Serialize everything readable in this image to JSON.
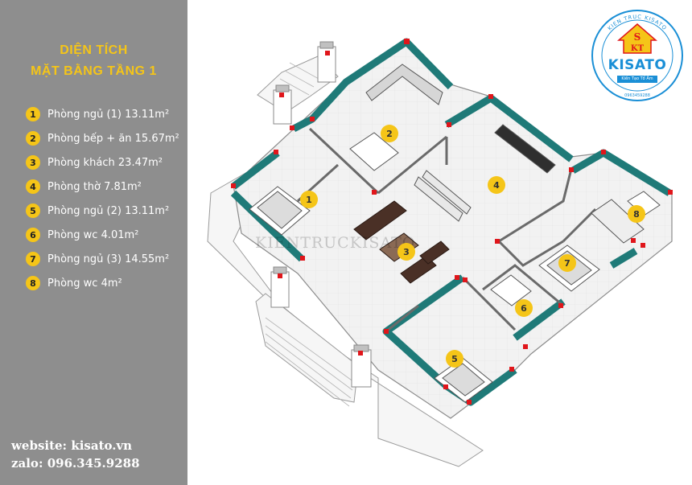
{
  "sidebar": {
    "title_line1": "DIỆN TÍCH",
    "title_line2": "MẶT BẰNG TẦNG 1",
    "rooms": [
      {
        "num": "1",
        "label": "Phòng ngủ (1) 13.11m²"
      },
      {
        "num": "2",
        "label": "Phòng bếp + ăn 15.67m²"
      },
      {
        "num": "3",
        "label": "Phòng khách 23.47m²"
      },
      {
        "num": "4",
        "label": "Phòng thờ 7.81m²"
      },
      {
        "num": "5",
        "label": "Phòng ngủ (2) 13.11m²"
      },
      {
        "num": "6",
        "label": "Phòng wc 4.01m²"
      },
      {
        "num": "7",
        "label": "Phòng ngủ (3) 14.55m²"
      },
      {
        "num": "8",
        "label": "Phòng wc 4m²"
      }
    ],
    "website": "website: kisato.vn",
    "zalo": "zalo: 096.345.9288"
  },
  "plan": {
    "watermark": "KIENTRUCKISATO",
    "markers": [
      "1",
      "2",
      "3",
      "4",
      "5",
      "6",
      "7",
      "8"
    ]
  },
  "logo": {
    "ring_text_top": "KIEN TRUC KISATO",
    "emblem_top": "S",
    "emblem_bottom": "KT",
    "brand": "KISATO",
    "slogan": "Kiến Tạo Tổ Ấm",
    "hotline": "0963459288"
  },
  "colors": {
    "sidebar": "#8e8e8e",
    "accent_yellow": "#f5c518",
    "wall_teal": "#1f7a78",
    "corner_red": "#e0161b",
    "brand_blue": "#1a8fd6"
  },
  "icons": {
    "logo": "kisato-house-emblem"
  }
}
